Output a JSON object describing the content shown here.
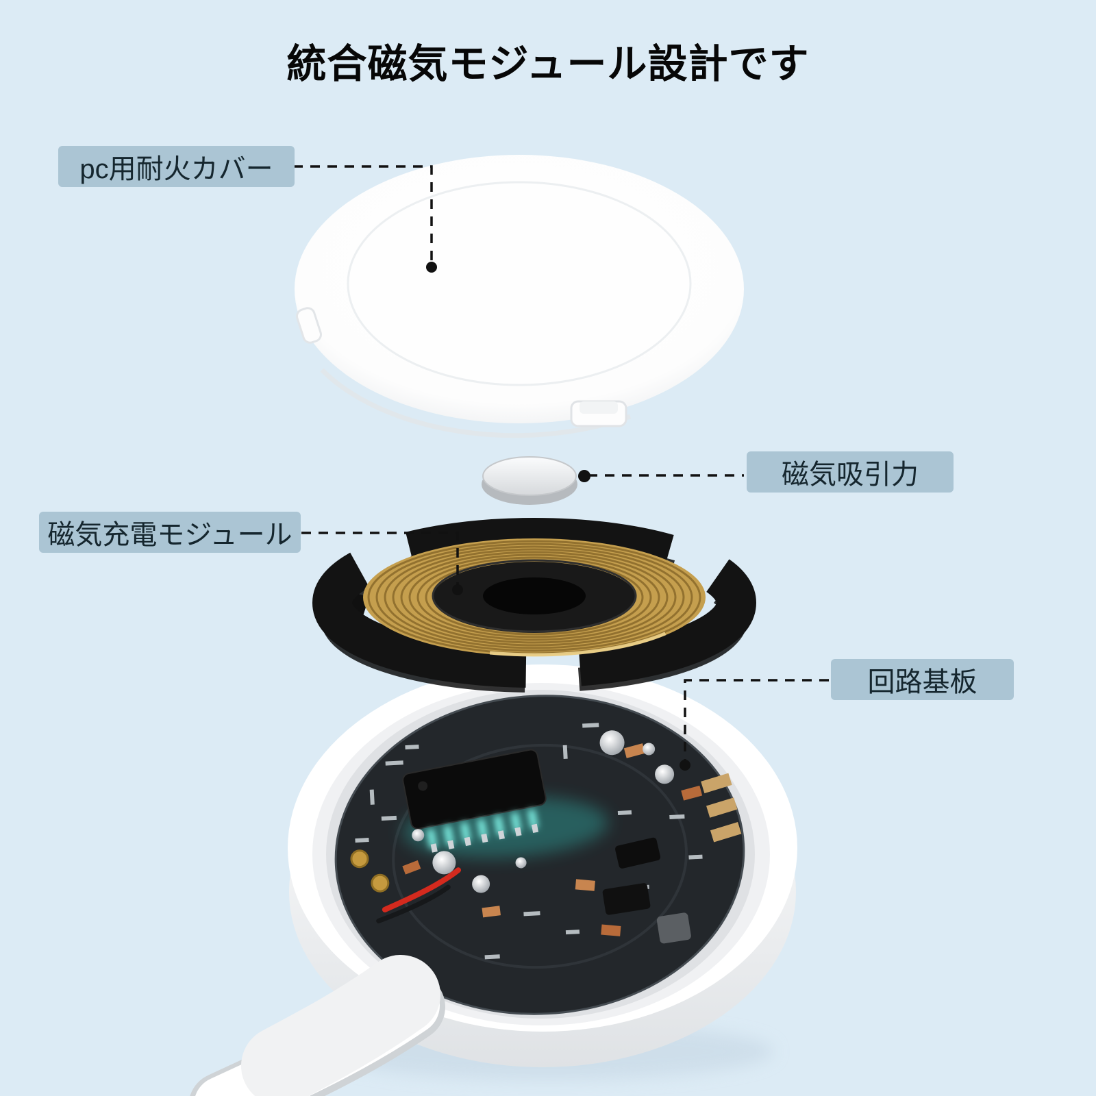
{
  "page": {
    "title": "統合磁気モジュール設計です"
  },
  "callouts": {
    "cover": {
      "label": "pc用耐火カバー"
    },
    "magnet": {
      "label": "磁気吸引力"
    },
    "charge_module": {
      "label": "磁気充電モジュール"
    },
    "circuit_board": {
      "label": "回路基板"
    }
  },
  "colors": {
    "background": "#dcebf5",
    "label_background": "#abc5d4",
    "label_text": "#15262e",
    "title_text": "#070707",
    "connector_line": "#111111",
    "cover_white": "#ffffff",
    "magnet_silver": "#d9dcdf",
    "module_black": "#111111",
    "coil_gold": "#c59f4e",
    "pcb_dark": "#23272b",
    "pin_glow_teal": "#5ce8db",
    "cable_white": "#ffffff"
  }
}
